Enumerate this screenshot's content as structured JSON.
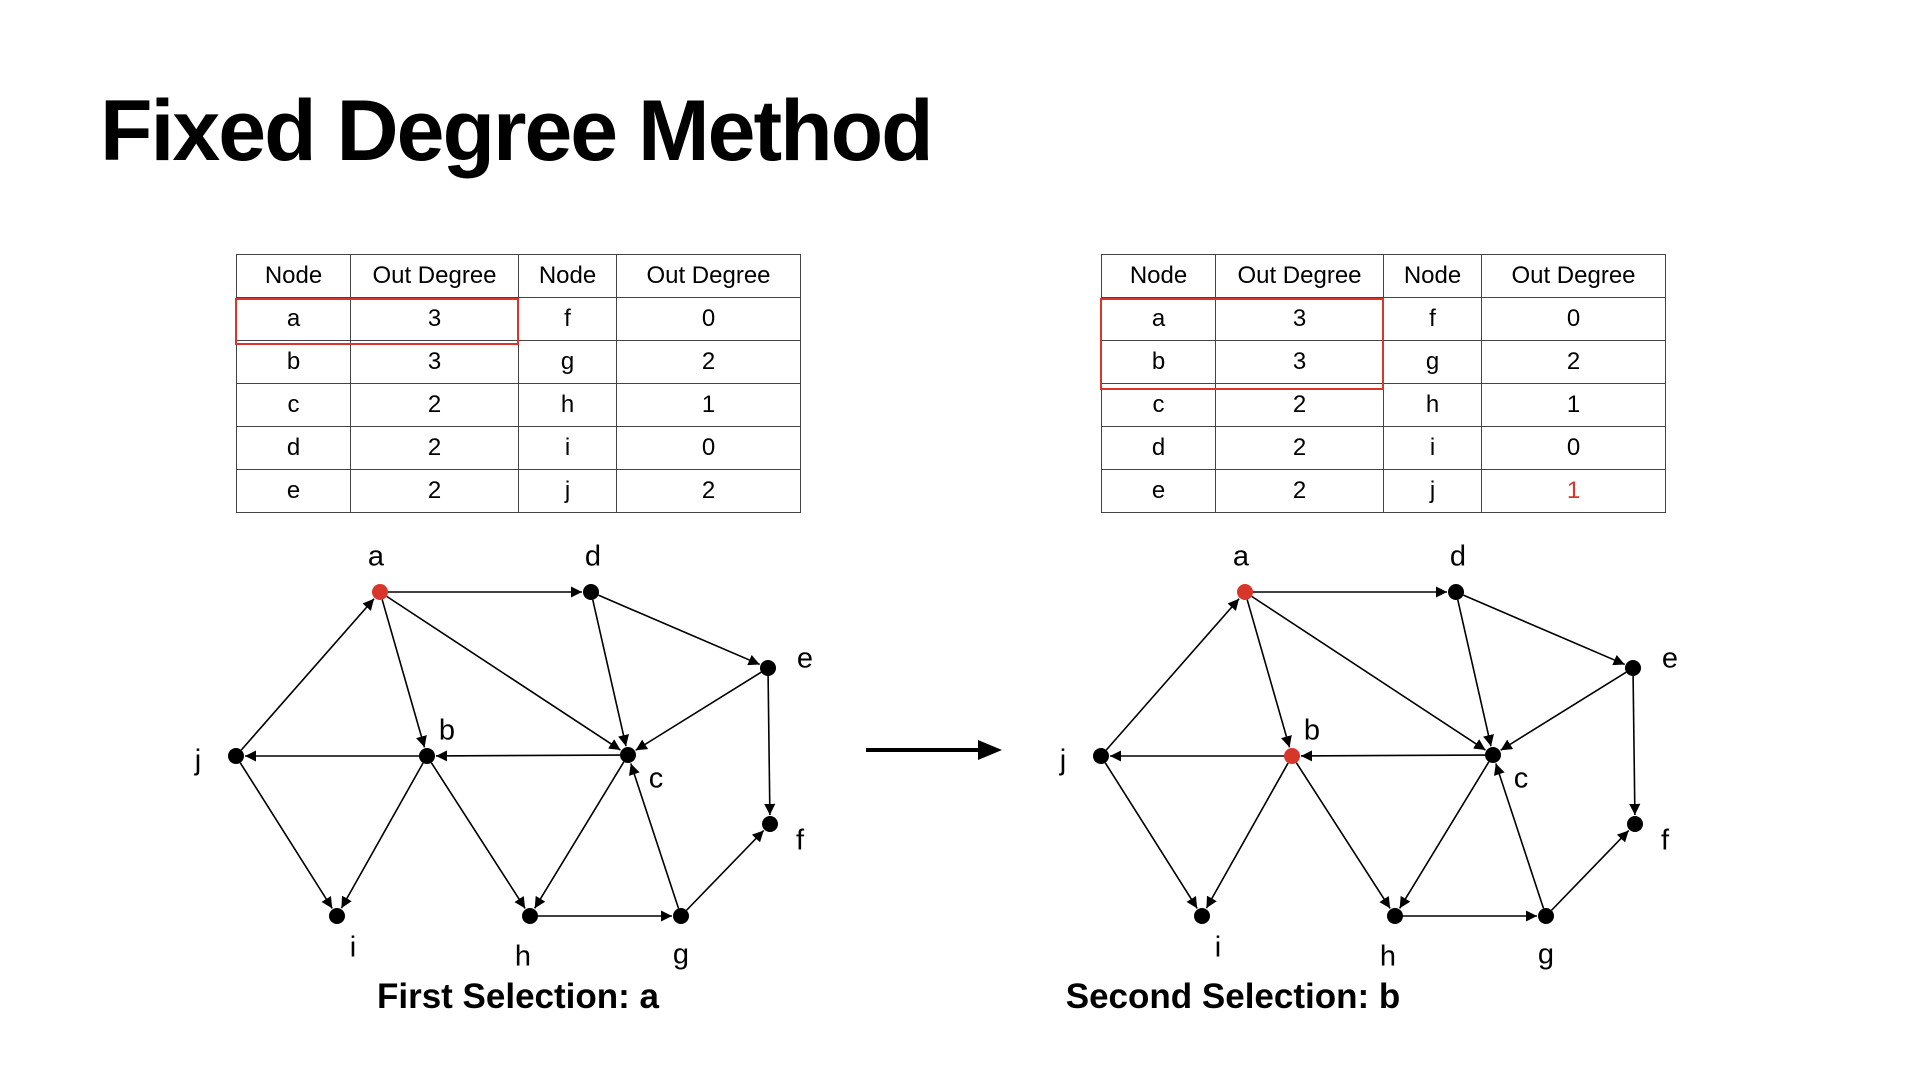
{
  "title": "Fixed Degree Method",
  "table_headers": [
    "Node",
    "Out Degree",
    "Node",
    "Out Degree"
  ],
  "colors": {
    "selected": "#d9362b",
    "default_node": "#000000",
    "highlight_box": "#d9362b"
  },
  "graph": {
    "nodes": [
      "a",
      "b",
      "c",
      "d",
      "e",
      "f",
      "g",
      "h",
      "i",
      "j"
    ],
    "edges": [
      [
        "a",
        "d"
      ],
      [
        "a",
        "b"
      ],
      [
        "a",
        "c"
      ],
      [
        "d",
        "c"
      ],
      [
        "d",
        "e"
      ],
      [
        "e",
        "c"
      ],
      [
        "e",
        "f"
      ],
      [
        "c",
        "b"
      ],
      [
        "b",
        "j"
      ],
      [
        "j",
        "a"
      ],
      [
        "j",
        "i"
      ],
      [
        "b",
        "i"
      ],
      [
        "b",
        "h"
      ],
      [
        "c",
        "h"
      ],
      [
        "h",
        "g"
      ],
      [
        "g",
        "c"
      ],
      [
        "g",
        "f"
      ]
    ]
  },
  "panels": [
    {
      "caption": "First Selection: a",
      "selected_nodes": [
        "a"
      ],
      "rows": [
        [
          "a",
          "3",
          "f",
          "0"
        ],
        [
          "b",
          "3",
          "g",
          "2"
        ],
        [
          "c",
          "2",
          "h",
          "1"
        ],
        [
          "d",
          "2",
          "i",
          "0"
        ],
        [
          "e",
          "2",
          "j",
          "2"
        ]
      ]
    },
    {
      "caption": "Second Selection: b",
      "selected_nodes": [
        "a",
        "b"
      ],
      "rows": [
        [
          "a",
          "3",
          "f",
          "0"
        ],
        [
          "b",
          "3",
          "g",
          "2"
        ],
        [
          "c",
          "2",
          "h",
          "1"
        ],
        [
          "d",
          "2",
          "i",
          "0"
        ],
        [
          "e",
          "2",
          "j",
          "1"
        ]
      ]
    }
  ]
}
